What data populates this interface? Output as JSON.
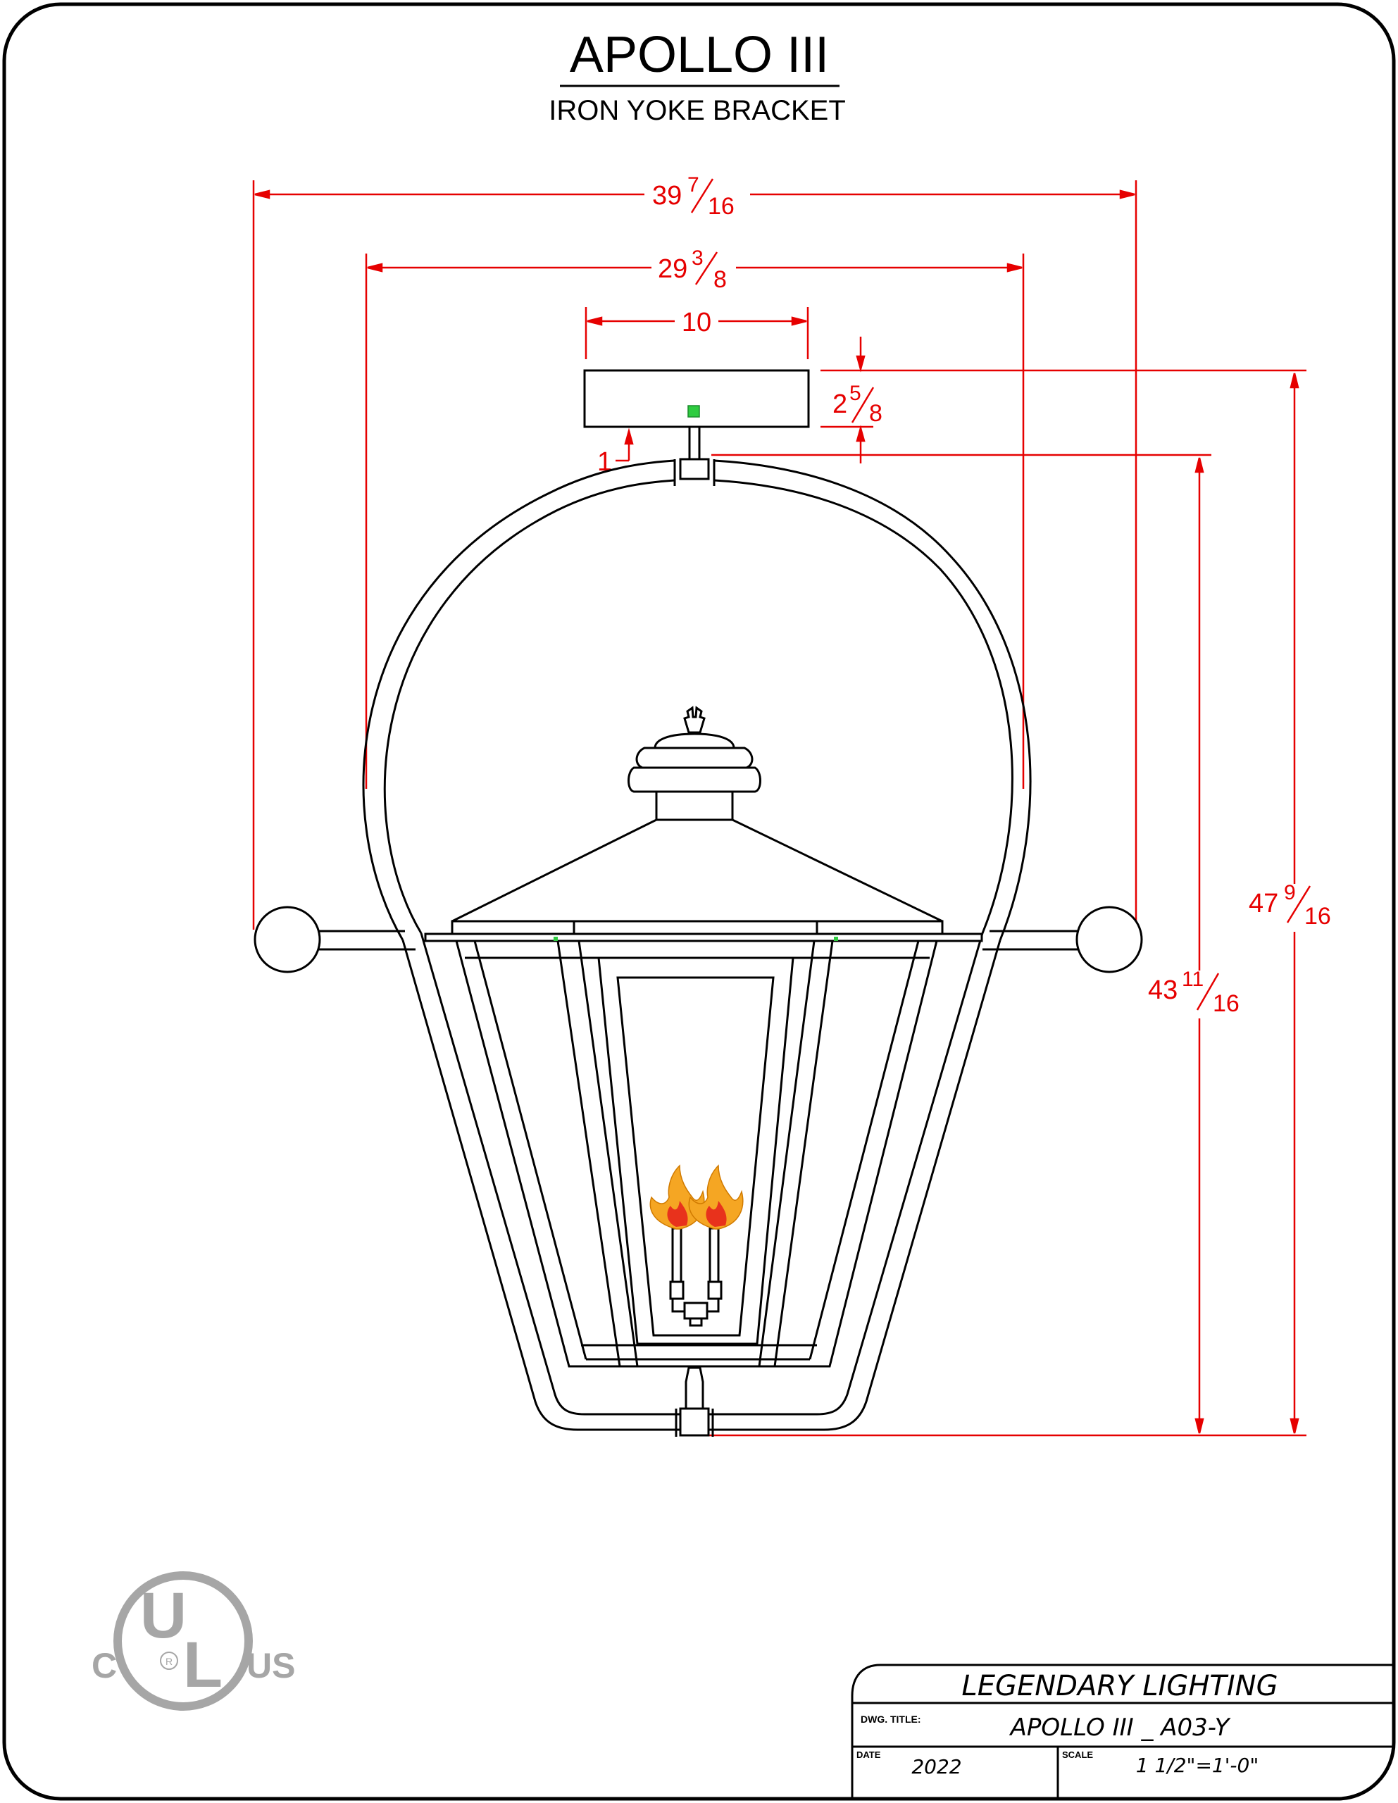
{
  "header": {
    "title": "APOLLO III",
    "subtitle": "IRON YOKE BRACKET"
  },
  "dimensions": {
    "overall_width": {
      "whole": "39",
      "num": "7",
      "den": "16"
    },
    "yoke_width": {
      "whole": "29",
      "num": "3",
      "den": "8"
    },
    "canopy_width": {
      "whole": "10"
    },
    "canopy_height": {
      "whole": "2",
      "num": "5",
      "den": "8"
    },
    "stem": {
      "whole": "1"
    },
    "overall_height": {
      "whole": "47",
      "num": "9",
      "den": "16"
    },
    "yoke_height": {
      "whole": "43",
      "num": "11",
      "den": "16"
    }
  },
  "logo": {
    "letters_main": "UL",
    "left": "C",
    "right": "US",
    "registered": "R"
  },
  "title_block": {
    "company": "LEGENDARY LIGHTING",
    "dwg_title_label": "DWG. TITLE:",
    "dwg_title": "APOLLO III _ A03-Y",
    "date_label": "DATE",
    "date": "2022",
    "scale_label": "SCALE",
    "scale": "1 1/2\"=1'-0\""
  },
  "colors": {
    "dimension": "#e60000",
    "line": "#000000",
    "flame_outer": "#f5a623",
    "flame_inner": "#e8321c",
    "logo": "#a6a6a6",
    "valve_marker": "#2ecc40"
  }
}
